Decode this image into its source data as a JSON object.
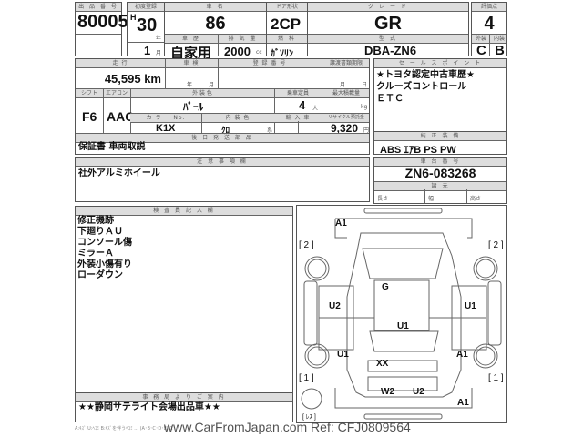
{
  "header": {
    "lot_label": "出 品 番 号",
    "lot": "80005",
    "first_reg_label": "初度登録",
    "era": "H",
    "year": "30",
    "year_unit": "年",
    "month": "1",
    "month_unit": "月",
    "car_name_label": "車 名",
    "car_name": "86",
    "history_label": "車 歴",
    "history": "自家用",
    "displacement_label": "排 気 量",
    "displacement": "2000",
    "displacement_unit": "cc",
    "door_label": "ドア形状",
    "door": "2CP",
    "fuel_label": "燃 料",
    "fuel": "ｶﾞｿﾘﾝ",
    "grade_label": "グ レ ー ド",
    "grade": "GR",
    "model_label": "型 式",
    "model": "DBA-ZN6",
    "score_label": "評価点",
    "score": "4",
    "ext_label": "外装",
    "ext": "C",
    "int_label": "内装",
    "int": "B"
  },
  "row2": {
    "mileage_label": "走 行",
    "mileage": "45,595 km",
    "inspection_label": "車 検",
    "year_unit": "年",
    "month_unit": "月",
    "reg_label": "登 録 番 号",
    "transfer_label": "譲渡書類期限",
    "t_month": "月",
    "t_day": "日"
  },
  "row3": {
    "shift_label": "シフト",
    "shift": "F6",
    "ac_label": "エアコン",
    "ac": "AAC",
    "color_label": "外 装 色",
    "color": "ﾊﾟｰﾙ",
    "seats_label": "乗車定員",
    "seats": "4",
    "seats_unit": "人",
    "load_label": "最大積載量",
    "load_unit": "kg",
    "color_no_label": "カ ラ ー No.",
    "color_no": "K1X",
    "interior_label": "内 装 色",
    "interior": "ｸﾛ",
    "interior_unit": "系",
    "import_label": "輸 入 車",
    "recycle_label": "リサイクル預託金",
    "recycle": "9,320",
    "recycle_unit": "円"
  },
  "parts": {
    "label": "後 日 発 送 部 品",
    "value": "保証書 車両取説"
  },
  "sales": {
    "label": "セ ー ル ス ポ イ ン ト",
    "lines": [
      "★トヨタ認定中古車歴★",
      "クルーズコントロール",
      "ＥＴＣ"
    ]
  },
  "equipment": {
    "label": "純 正 装 備",
    "value": "ABS ｴｱB PS PW"
  },
  "notes": {
    "label": "注 意 事 項 欄",
    "value": "社外アルミホイール"
  },
  "chassis": {
    "label": "車 台 番 号",
    "value": "ZN6-083268",
    "spec_label": "諸 元",
    "length": "長さ",
    "width": "幅",
    "height": "高さ"
  },
  "inspector": {
    "label": "検 査 員 記 入 欄",
    "lines": [
      "修正機跡",
      "下廻りＡＵ",
      "コンソール傷",
      "ミラーＡ",
      "外装小傷有り",
      "ローダウン"
    ]
  },
  "office": {
    "label": "事 務 局 よ り ご 案 内",
    "value": "★★静岡サテライト会場出品車★★"
  },
  "diagram": {
    "marks": [
      "A1",
      "[ 2 ]",
      "[ 2 ]",
      "G",
      "U2",
      "U1",
      "U1",
      "U1",
      "A1",
      "XX",
      "[ 1 ]",
      "[ 1 ]",
      "W2",
      "U2",
      "A1",
      "[ ﾚｽ ]"
    ]
  },
  "footer": {
    "legend": "A:ｷｽﾞ U:ﾍｺﾐ B:ｷｽﾞを伴うﾍｺﾐ ... (A･B･C･D･E) 1",
    "watermark": "www.CarFromJapan.com Ref: CFJ0809564"
  }
}
